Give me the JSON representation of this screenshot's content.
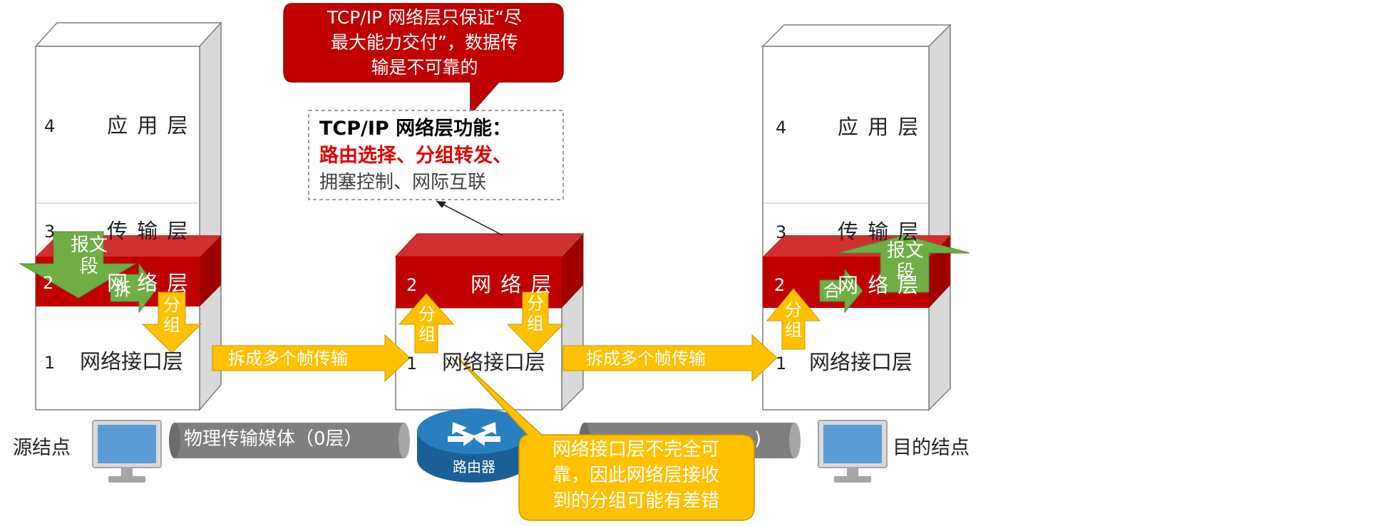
{
  "source_stack": {
    "layer4": {
      "num": "4",
      "label": "应 用 层"
    },
    "layer3": {
      "num": "3",
      "label": "传 输 层"
    },
    "layer2": {
      "num": "2",
      "label": "网 络 层"
    },
    "layer1": {
      "num": "1",
      "label": "网络接口层"
    }
  },
  "router_stack": {
    "layer2": {
      "num": "2",
      "label": "网 络 层"
    },
    "layer1": {
      "num": "1",
      "label": "网络接口层"
    }
  },
  "dest_stack": {
    "layer4": {
      "num": "4",
      "label": "应 用 层"
    },
    "layer3": {
      "num": "3",
      "label": "传 输 层"
    },
    "layer2": {
      "num": "2",
      "label": "网 络 层"
    },
    "layer1": {
      "num": "1",
      "label": "网络接口层"
    }
  },
  "arrows": {
    "src_segment": "报文段",
    "src_split": "拆",
    "src_packet": "分组",
    "src_frames": "拆成多个帧传输",
    "router_up_packet": "分组",
    "router_down_packet": "分组",
    "router_frames": "拆成多个帧传输",
    "dst_packet": "分组",
    "dst_merge": "合",
    "dst_segment": "报文段"
  },
  "callouts": {
    "top_lines": [
      "TCP/IP 网络层只保证“尽",
      "最大能力交付”，数据传",
      "输是不可靠的"
    ],
    "bottom_lines": [
      "网络接口层不完全可",
      "靠，因此网络层接收",
      "到的分组可能有差错"
    ]
  },
  "function_box": {
    "title": "TCP/IP 网络层功能：",
    "red_line": "路由选择、分组转发、",
    "gray_line": "拥塞控制、网际互联"
  },
  "bottom": {
    "source_node": "源结点",
    "dest_node": "目的结点",
    "medium_left": "物理传输媒体（0层）",
    "medium_right": ")",
    "router": "路由器"
  },
  "colors": {
    "network_layer_red": "#c00000",
    "arrow_orange": "#ffc000",
    "arrow_green": "#70ad47",
    "callout_red": "#c00000",
    "callout_orange": "#ffc000",
    "router_blue": "#1f78b4",
    "medium_gray": "#7f7f7f"
  }
}
